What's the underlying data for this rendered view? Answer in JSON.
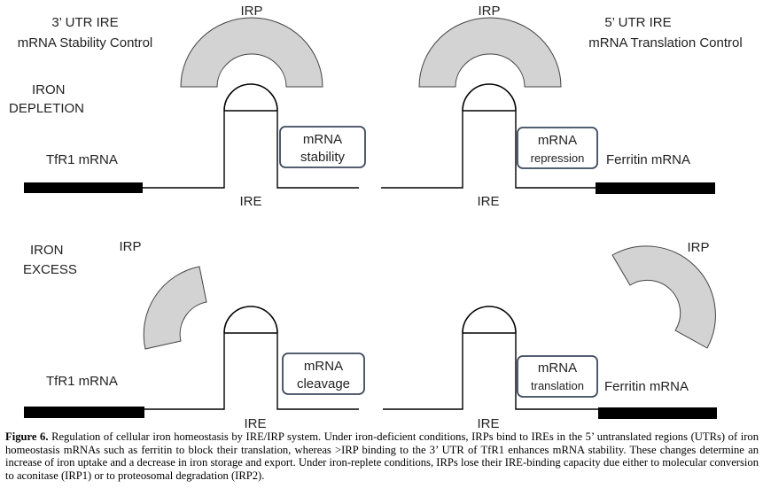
{
  "top_left": {
    "title_line1": "3’ UTR IRE",
    "title_line2": "mRNA Stability Control",
    "condition_line1": "IRON",
    "condition_line2": "DEPLETION",
    "irp_label": "IRP",
    "mrna_label": "TfR1 mRNA",
    "box_line1": "mRNA",
    "box_line2": "stability",
    "ire_label": "IRE"
  },
  "top_right": {
    "title_line1": "5’ UTR IRE",
    "title_line2": "mRNA Translation Control",
    "irp_label": "IRP",
    "mrna_label": "Ferritin mRNA",
    "box_line1": "mRNA",
    "box_line2": "repression",
    "ire_label": "IRE"
  },
  "bottom_left": {
    "condition_line1": "IRON",
    "condition_line2": "EXCESS",
    "irp_label": "IRP",
    "mrna_label": "TfR1 mRNA",
    "box_line1": "mRNA",
    "box_line2": "cleavage",
    "ire_label": "IRE"
  },
  "bottom_right": {
    "irp_label": "IRP",
    "mrna_label": "Ferritin mRNA",
    "box_line1": "mRNA",
    "box_line2": "translation",
    "ire_label": "IRE"
  },
  "caption": {
    "figure_label": "Figure 6.",
    "text": " Regulation of cellular iron homeostasis by IRE/IRP system. Under iron-deficient conditions, IRPs bind to IREs in the 5’ untranslated regions (UTRs) of iron homeostasis mRNAs such as ferritin to block their translation, whereas >IRP binding to the 3’ UTR of TfR1 enhances mRNA stability. These changes determine an increase of iron uptake and a decrease in iron storage and export. Under iron-replete conditions, IRPs lose their IRE-binding capacity due either to molecular conversion to aconitase (IRP1) or to proteosomal degradation (IRP2)."
  },
  "colors": {
    "irp_fill": "#d3d3d3",
    "line": "#000000",
    "box_border": "#3d4a5c"
  }
}
